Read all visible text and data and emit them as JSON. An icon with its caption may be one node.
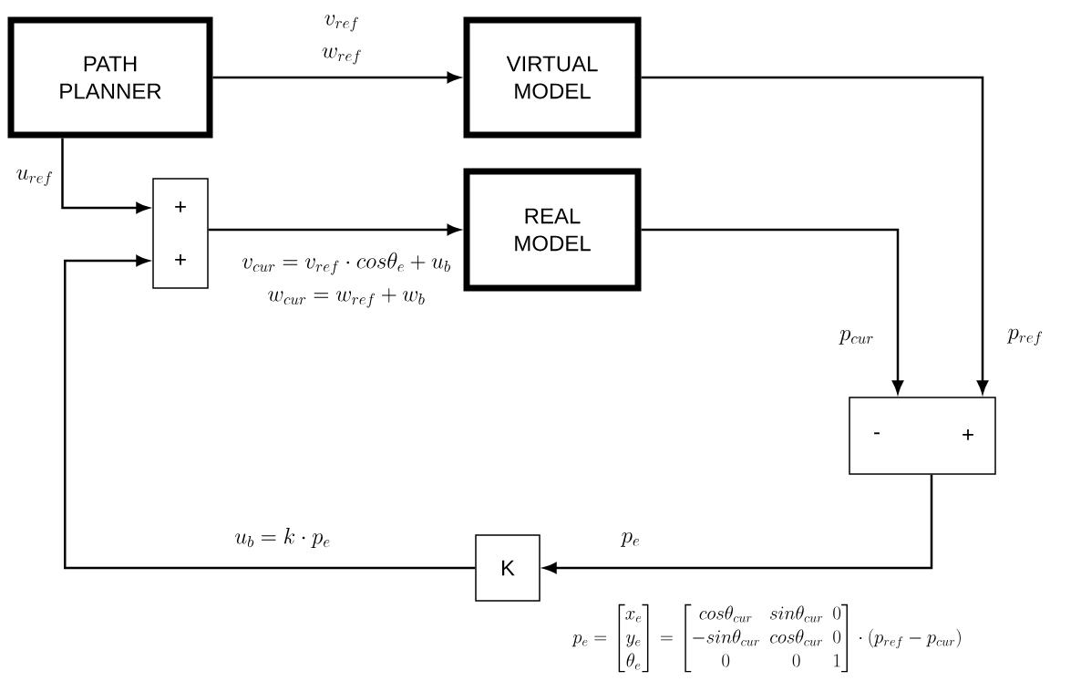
{
  "diagram": {
    "nodes": [
      {
        "text": [
          "PATH PLANNER"
        ]
      },
      {
        "text": [
          "VIRTUAL MODEL"
        ]
      },
      {
        "text": [
          "+",
          "+"
        ]
      },
      {
        "text": [
          "REAL MODEL"
        ]
      },
      {
        "text": [
          "-",
          "+"
        ]
      },
      {
        "text": [
          "K"
        ]
      }
    ],
    "edges": [
      {
        "from": 0,
        "to": 1,
        "arrow": "to",
        "label": "\\begin{array}{c}v_{ref}\\\\w_{ref}\\end{array}"
      },
      {
        "from": 0,
        "to": 2,
        "arrow": "to",
        "label": "u_{ref}"
      },
      {
        "from": 2,
        "to": 3,
        "arrow": "to",
        "label": "\\begin{array}{c}v_{cur}=v_{ref}\\cdot cos\\theta_{e}+u_{b}\\\\w_{cur}=w_{ref}+w_{b}\\end{array}"
      },
      {
        "from": 1,
        "to": 4,
        "arrow": "to",
        "label": "p_{ref}"
      },
      {
        "from": 3,
        "to": 4,
        "arrow": "to",
        "label": "p_{cur}"
      },
      {
        "from": 4,
        "to": 5,
        "arrow": "to",
        "label": "p_{e}"
      },
      {
        "from": 5,
        "to": 2,
        "arrow": "to",
        "label": "u_{b}=k\\cdot p_{e}"
      }
    ],
    "labels": [
      "p_{e}=\\begin{bmatrix}x_{e}\\\\y_{e}\\\\\\theta_{e}\\end{bmatrix}=\\begin{bmatrix}cos\\theta_{cur} & sin\\theta_{cur} & 0\\\\-sin\\theta_{cur} & cos\\theta_{cur} & 0\\\\0 & 0 & 1\\end{bmatrix}\\cdot\\left(p_{ref}-p_{cur}\\right)"
    ]
  }
}
